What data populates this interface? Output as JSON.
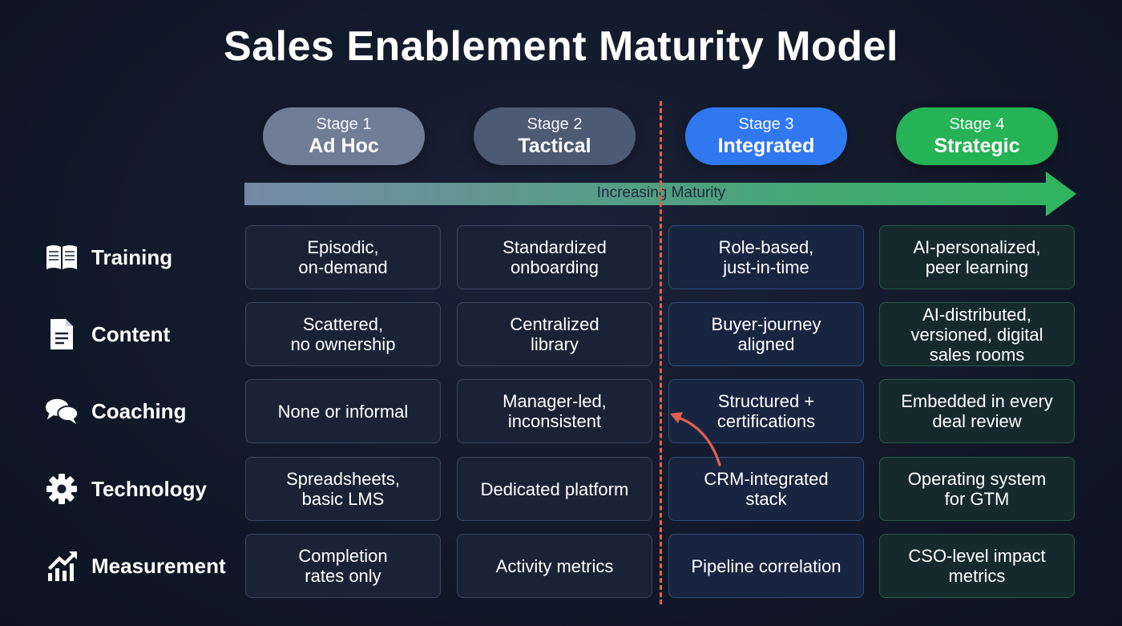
{
  "title": "Sales Enablement Maturity Model",
  "stages": [
    {
      "number": "Stage 1",
      "name": "Ad Hoc",
      "color": "#6f7e95"
    },
    {
      "number": "Stage 2",
      "name": "Tactical",
      "color": "#4c5a72"
    },
    {
      "number": "Stage 3",
      "name": "Integrated",
      "color": "#2f78f0"
    },
    {
      "number": "Stage 4",
      "name": "Strategic",
      "color": "#25b356"
    }
  ],
  "arrow": {
    "label": "Increasing Maturity",
    "color_start": "#7589a6",
    "color_end": "#2fb55e"
  },
  "divider_color": "#e2604d",
  "rows": [
    {
      "label": "Training",
      "icon": "book-icon",
      "cells": [
        "Episodic,\non-demand",
        "Standardized\nonboarding",
        "Role-based,\njust-in-time",
        "AI-personalized,\npeer learning"
      ]
    },
    {
      "label": "Content",
      "icon": "document-icon",
      "cells": [
        "Scattered,\nno ownership",
        "Centralized\nlibrary",
        "Buyer-journey\naligned",
        "AI-distributed,\nversioned, digital\nsales rooms"
      ]
    },
    {
      "label": "Coaching",
      "icon": "chat-bubbles-icon",
      "cells": [
        "None or informal",
        "Manager-led,\ninconsistent",
        "Structured +\ncertifications",
        "Embedded in every\ndeal review"
      ]
    },
    {
      "label": "Technology",
      "icon": "gear-icon",
      "cells": [
        "Spreadsheets,\nbasic LMS",
        "Dedicated platform",
        "CRM-integrated\nstack",
        "Operating system\nfor GTM"
      ]
    },
    {
      "label": "Measurement",
      "icon": "growth-chart-icon",
      "cells": [
        "Completion\nrates only",
        "Activity metrics",
        "Pipeline correlation",
        "CSO-level impact\nmetrics"
      ]
    }
  ]
}
